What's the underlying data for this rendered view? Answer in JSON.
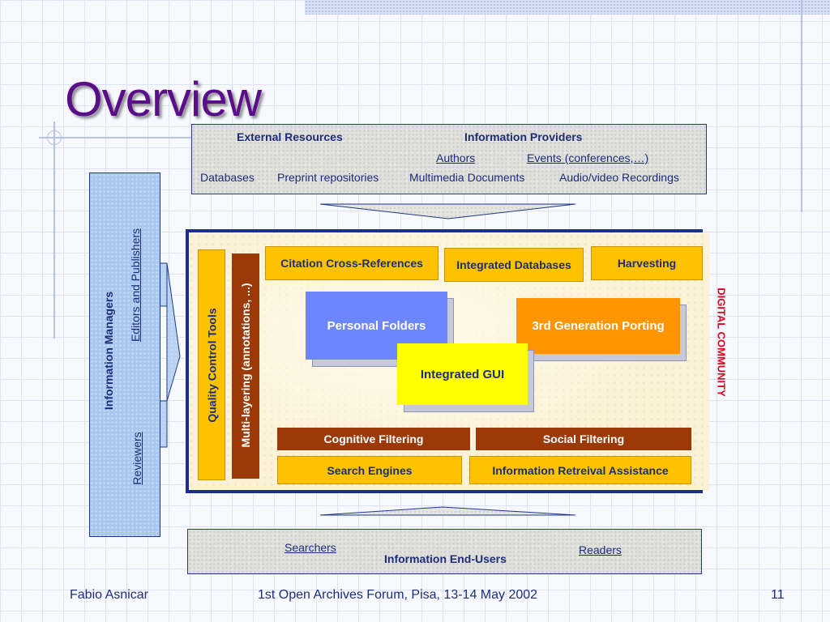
{
  "slide": {
    "title": "Overview",
    "external": {
      "header_left": "External Resources",
      "header_right": "Information Providers",
      "links": [
        "Authors",
        "Events (conferences,…)"
      ],
      "items": [
        "Databases",
        "Preprint repositories",
        "Multimedia Documents",
        "Audio/video Recordings"
      ]
    },
    "managers": {
      "label": "Information Managers",
      "editors": "Editors and Publishers",
      "reviewers": "Reviewers"
    },
    "community": {
      "label": "DIGITAL COMMUNITY",
      "quality": "Quality  Control  Tools",
      "multilayer": "Multi-layering  (annotations, ...)",
      "citation": "Citation Cross-References",
      "databases": "Integrated Databases",
      "harvesting": "Harvesting",
      "personal_folders": "Personal Folders",
      "porting": "3rd Generation Porting",
      "gui": "Integrated GUI",
      "cognitive": "Cognitive Filtering",
      "social": "Social Filtering",
      "search": "Search Engines",
      "ira": "Information Retreival Assistance"
    },
    "endusers": {
      "searchers": "Searchers",
      "label": "Information End-Users",
      "readers": "Readers"
    },
    "footer": {
      "author": "Fabio Asnicar",
      "event": "1st Open Archives Forum, Pisa, 13-14 May 2002",
      "page": "11"
    },
    "colors": {
      "title": "#5a0e8a",
      "navy": "#1e2d7a",
      "yellow_box": "#ffc200",
      "brown_box": "#9c3a07",
      "blue_box": "#6d86ff",
      "orange_box": "#ff9500",
      "gui_box": "#ffff00",
      "community_label": "#e0001a"
    }
  }
}
